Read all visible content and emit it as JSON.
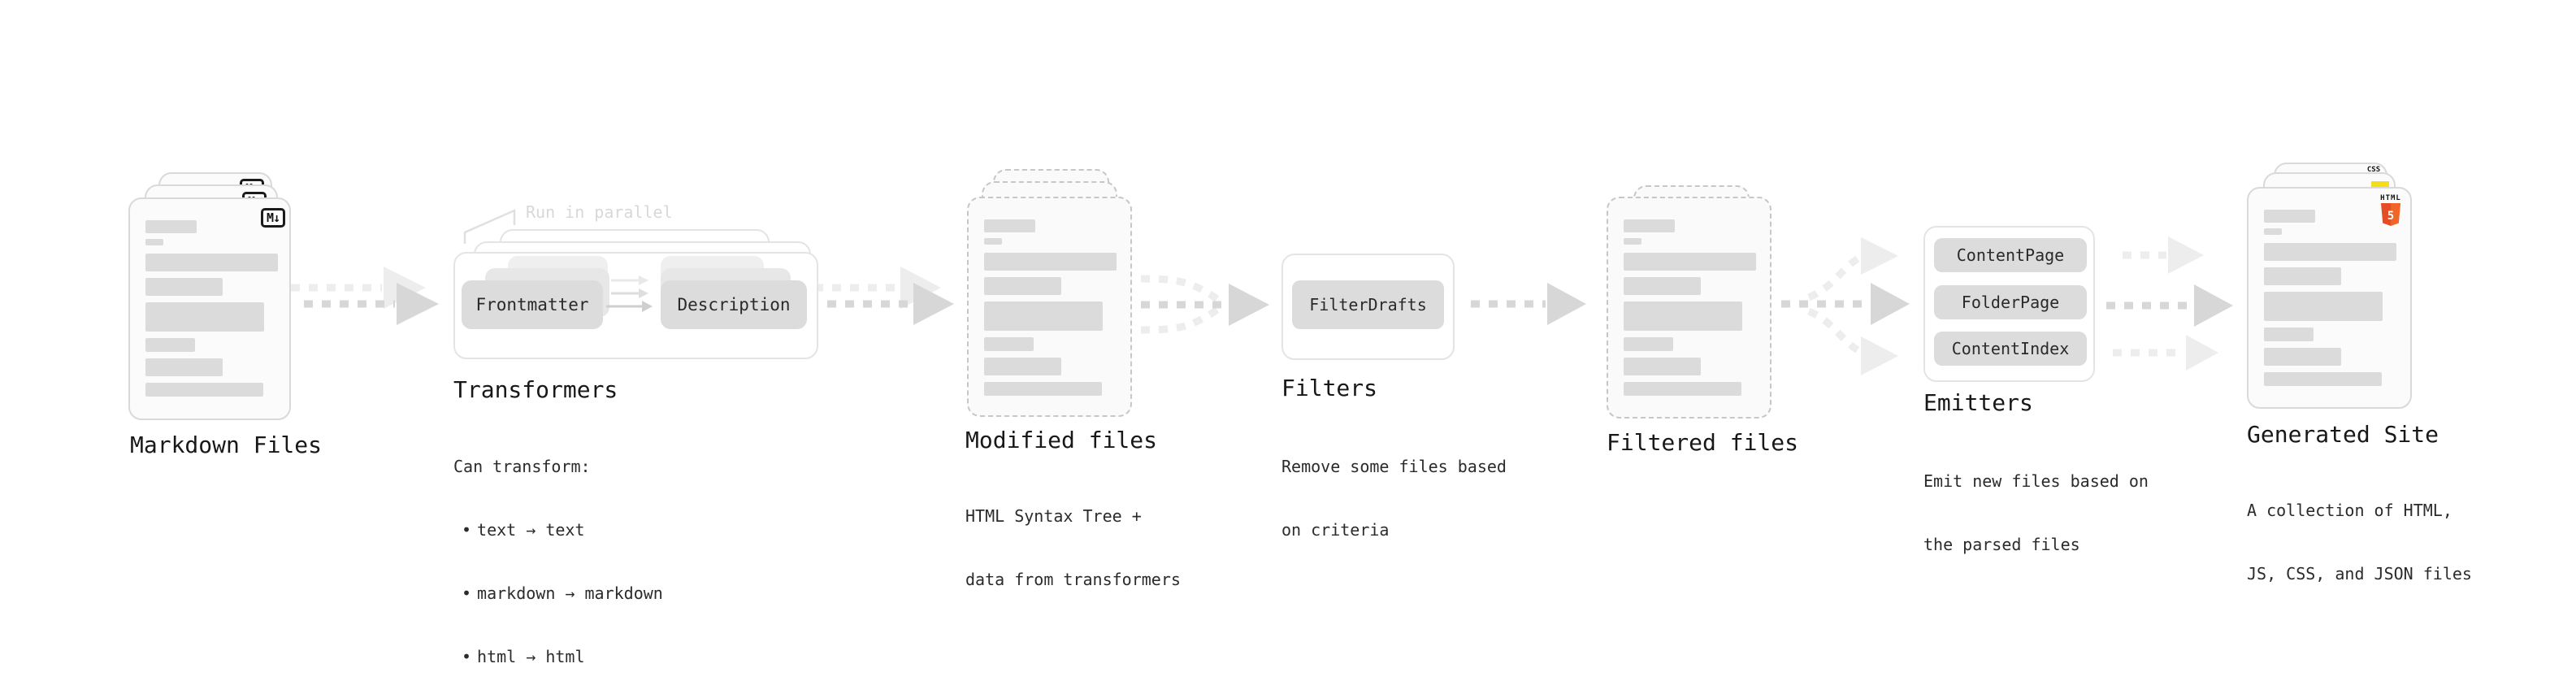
{
  "stages": {
    "markdown_files": {
      "title": "Markdown Files",
      "badge": "M↓"
    },
    "transformers": {
      "title": "Transformers",
      "note": "Run in parallel",
      "node_left": "Frontmatter",
      "node_right": "Description",
      "desc_heading": "Can transform:",
      "bullet_char": "•",
      "bullets": [
        "text → text",
        "markdown → markdown",
        "html → html"
      ]
    },
    "modified_files": {
      "title": "Modified files",
      "desc": [
        "HTML Syntax Tree +",
        "data from transformers"
      ]
    },
    "filters": {
      "title": "Filters",
      "node": "FilterDrafts",
      "desc": [
        "Remove some files based",
        "on criteria"
      ]
    },
    "filtered_files": {
      "title": "Filtered files"
    },
    "emitters": {
      "title": "Emitters",
      "nodes": [
        "ContentPage",
        "FolderPage",
        "ContentIndex"
      ],
      "desc": [
        "Emit new files based on",
        "the parsed files"
      ]
    },
    "generated_site": {
      "title": "Generated Site",
      "css_badge": "CSS",
      "html_badge_label": "HTML",
      "html_badge_number": "5",
      "desc": [
        "A collection of HTML,",
        "JS, CSS, and JSON files"
      ]
    }
  },
  "colors": {
    "arrow_dark": "#d7d7d7",
    "arrow_light": "#ededed",
    "node_fill": "#dcdcdc",
    "bar_fill": "#dbdbdb",
    "css_blue": "#2962f1",
    "js_yellow": "#f5de19",
    "html_orange": "#e44d26",
    "html_orange_bright": "#f16529"
  },
  "doc_bars": [
    {
      "w": 63,
      "h": 16,
      "mt": 0
    },
    {
      "w": 22,
      "h": 8,
      "mt": 7
    },
    {
      "w": 163,
      "h": 22,
      "mt": 10
    },
    {
      "w": 95,
      "h": 22,
      "mt": 8
    },
    {
      "w": 146,
      "h": 36,
      "mt": 8
    },
    {
      "w": 61,
      "h": 17,
      "mt": 8
    },
    {
      "w": 95,
      "h": 22,
      "mt": 8
    },
    {
      "w": 145,
      "h": 17,
      "mt": 8
    }
  ]
}
